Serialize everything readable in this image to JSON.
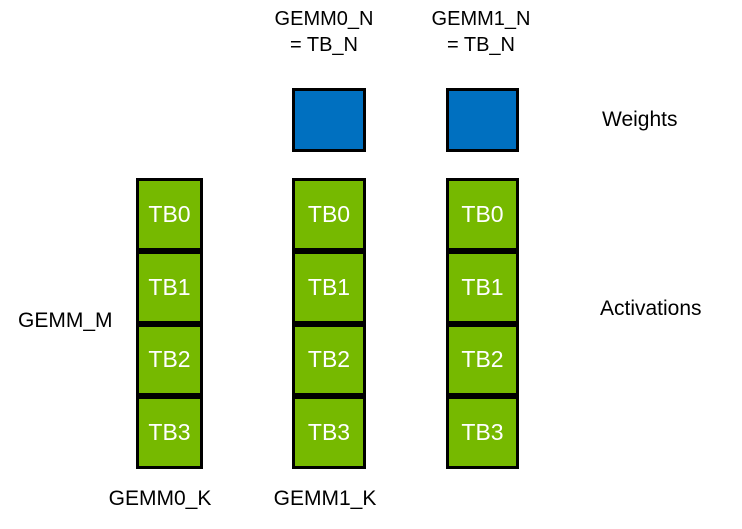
{
  "diagram": {
    "title_context": "GEMM thread-block tiling diagram",
    "colors": {
      "background": "#ffffff",
      "weights_fill": "#0070C0",
      "activations_fill": "#76B900",
      "border": "#000000",
      "tb_text": "#ffffff",
      "label_text": "#000000"
    },
    "top_labels": [
      {
        "line1": "GEMM0_N",
        "line2": "= TB_N"
      },
      {
        "line1": "GEMM1_N",
        "line2": "= TB_N"
      }
    ],
    "weights_label": "Weights",
    "activations_label": "Activations",
    "gemm_m_label": "GEMM_M",
    "bottom_labels": [
      "GEMM0_K",
      "GEMM1_K"
    ],
    "columns": [
      {
        "cells": [
          "TB0",
          "TB1",
          "TB2",
          "TB3"
        ]
      },
      {
        "cells": [
          "TB0",
          "TB1",
          "TB2",
          "TB3"
        ]
      },
      {
        "cells": [
          "TB0",
          "TB1",
          "TB2",
          "TB3"
        ]
      }
    ]
  }
}
